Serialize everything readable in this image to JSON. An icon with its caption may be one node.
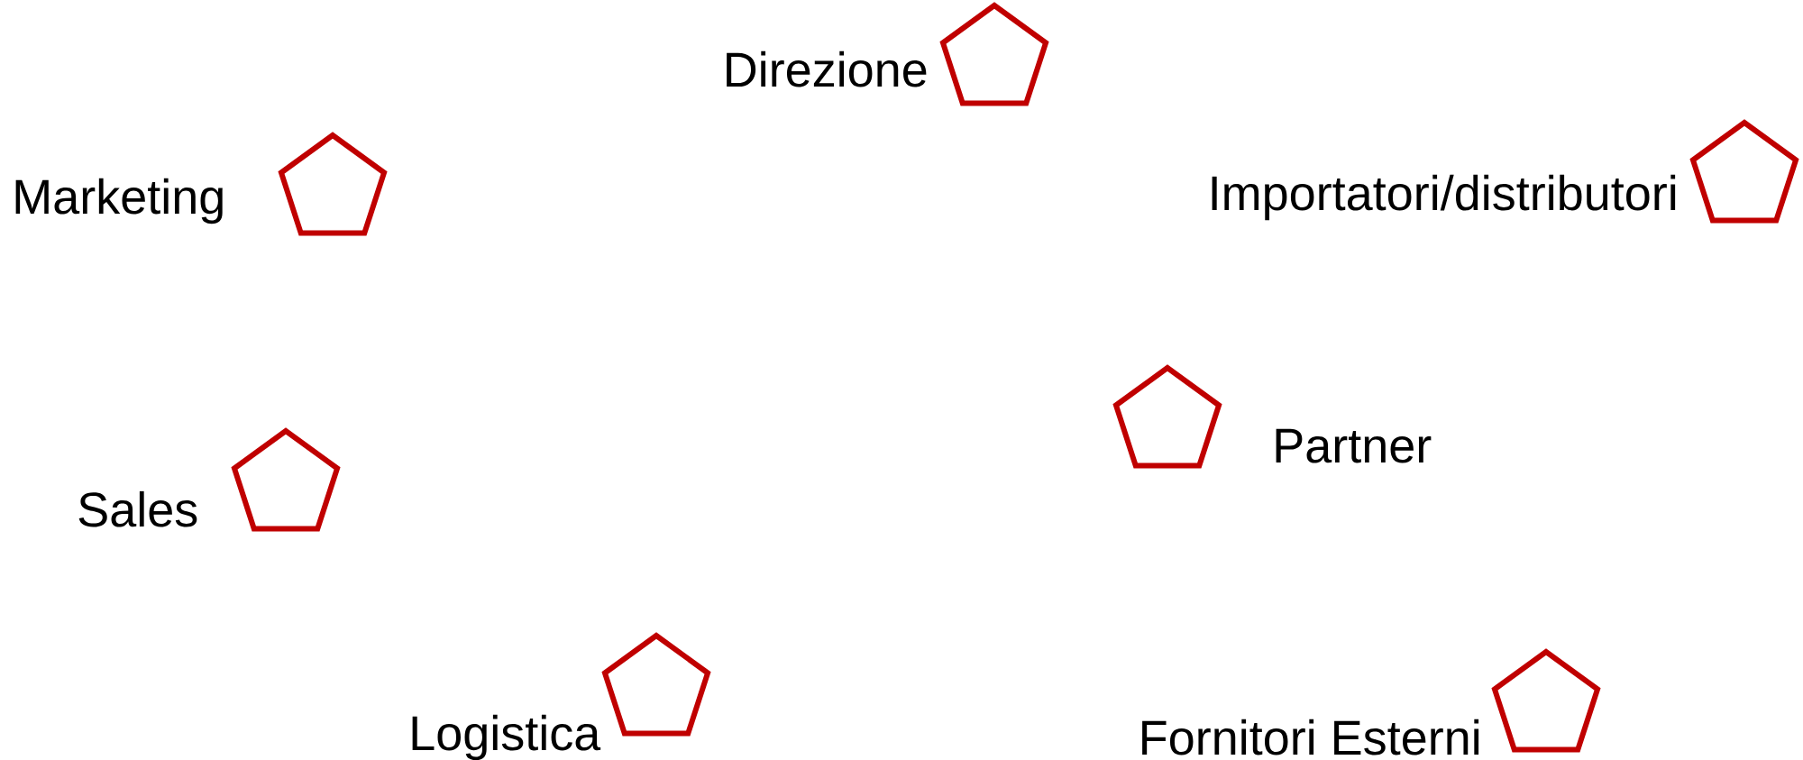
{
  "diagram": {
    "nodes": [
      {
        "text": [
          "Direzione"
        ]
      },
      {
        "text": [
          "Marketing"
        ]
      },
      {
        "text": [
          "Importatori/distributori"
        ]
      },
      {
        "text": [
          "Partner"
        ]
      },
      {
        "text": [
          "Sales"
        ]
      },
      {
        "text": [
          "Logistica"
        ]
      },
      {
        "text": [
          "Fornitori Esterni"
        ]
      }
    ]
  }
}
